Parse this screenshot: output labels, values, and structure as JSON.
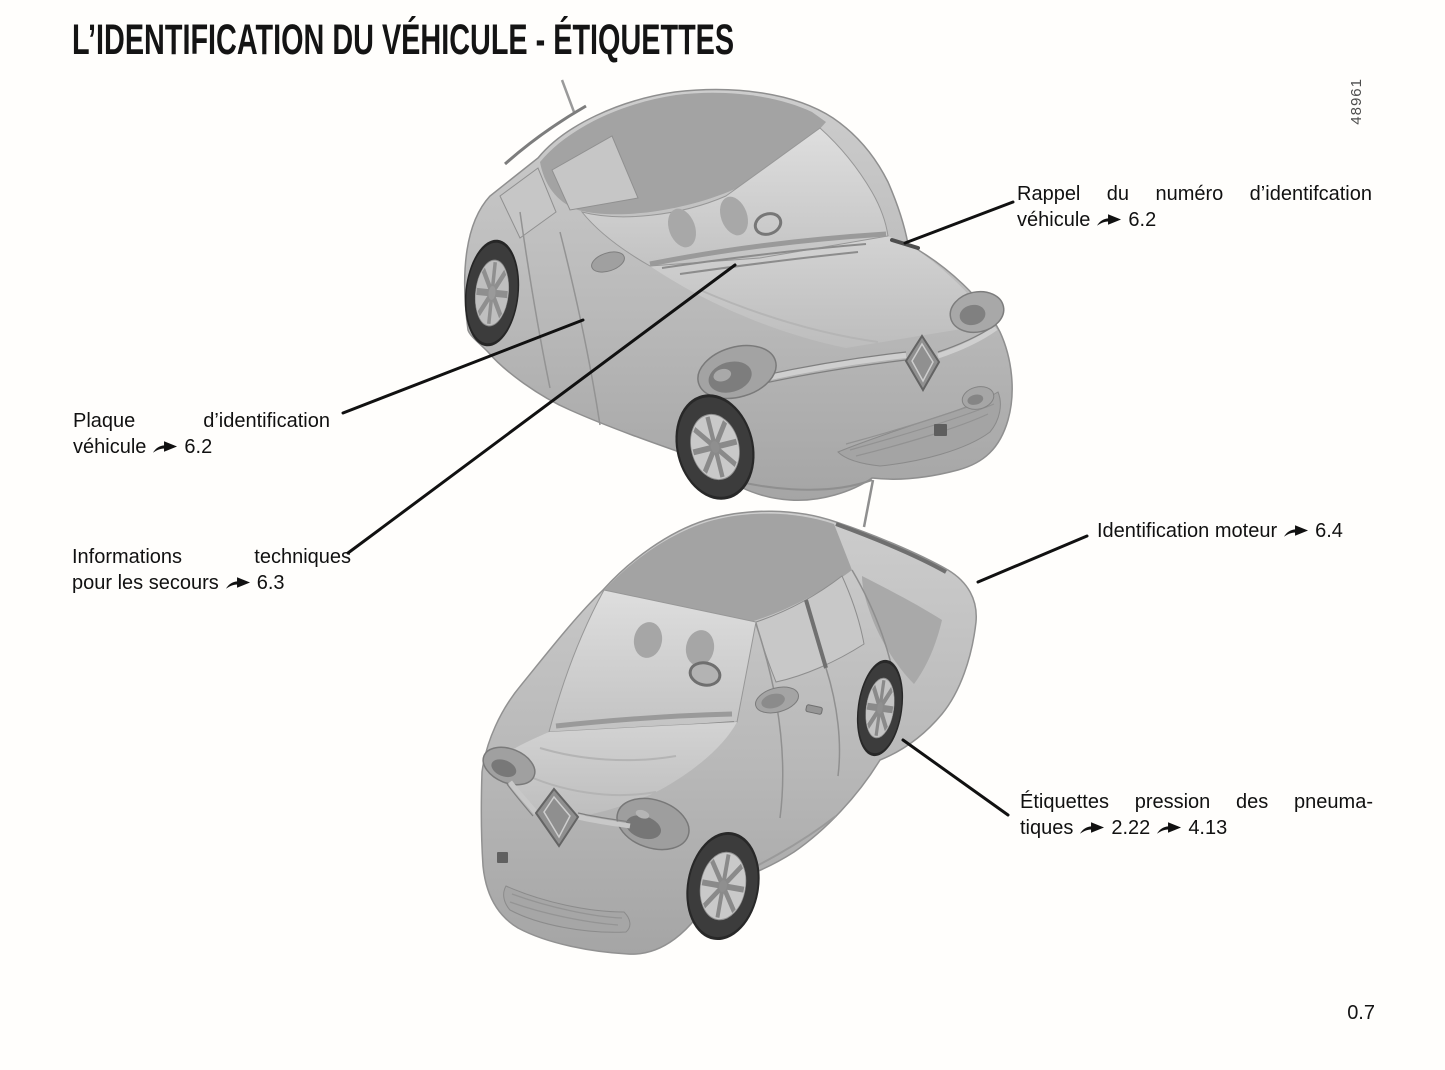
{
  "page": {
    "title": "L’IDENTIFICATION DU VÉHICULE - ÉTIQUETTES",
    "figure_code": "48961",
    "page_number": "0.7"
  },
  "callouts": {
    "vin_reminder": {
      "line1": "Rappel du numéro d’identifcation",
      "line2": "véhicule",
      "refs": [
        "6.2"
      ]
    },
    "id_plate": {
      "line1": "Plaque d’identification",
      "line2": "véhicule",
      "refs": [
        "6.2"
      ]
    },
    "rescue_info": {
      "line1": "Informations techniques",
      "line2": "pour les secours",
      "refs": [
        "6.3"
      ]
    },
    "engine_id": {
      "text": "Identification moteur",
      "refs": [
        "6.4"
      ]
    },
    "tyre_pressure": {
      "line1": "Étiquettes pression des pneuma-",
      "line2": "tiques",
      "refs": [
        "2.22",
        "4.13"
      ]
    }
  },
  "icons": {
    "cross_reference_arrow": "➦"
  },
  "colors": {
    "text": "#111111",
    "leader_line": "#111111",
    "car_body": "#b9b9b9",
    "car_roof": "#a3a3a3",
    "car_glass": "#d2d2d2",
    "tire": "#3c3c3c",
    "figure_code_gray": "#4d4d4d"
  }
}
